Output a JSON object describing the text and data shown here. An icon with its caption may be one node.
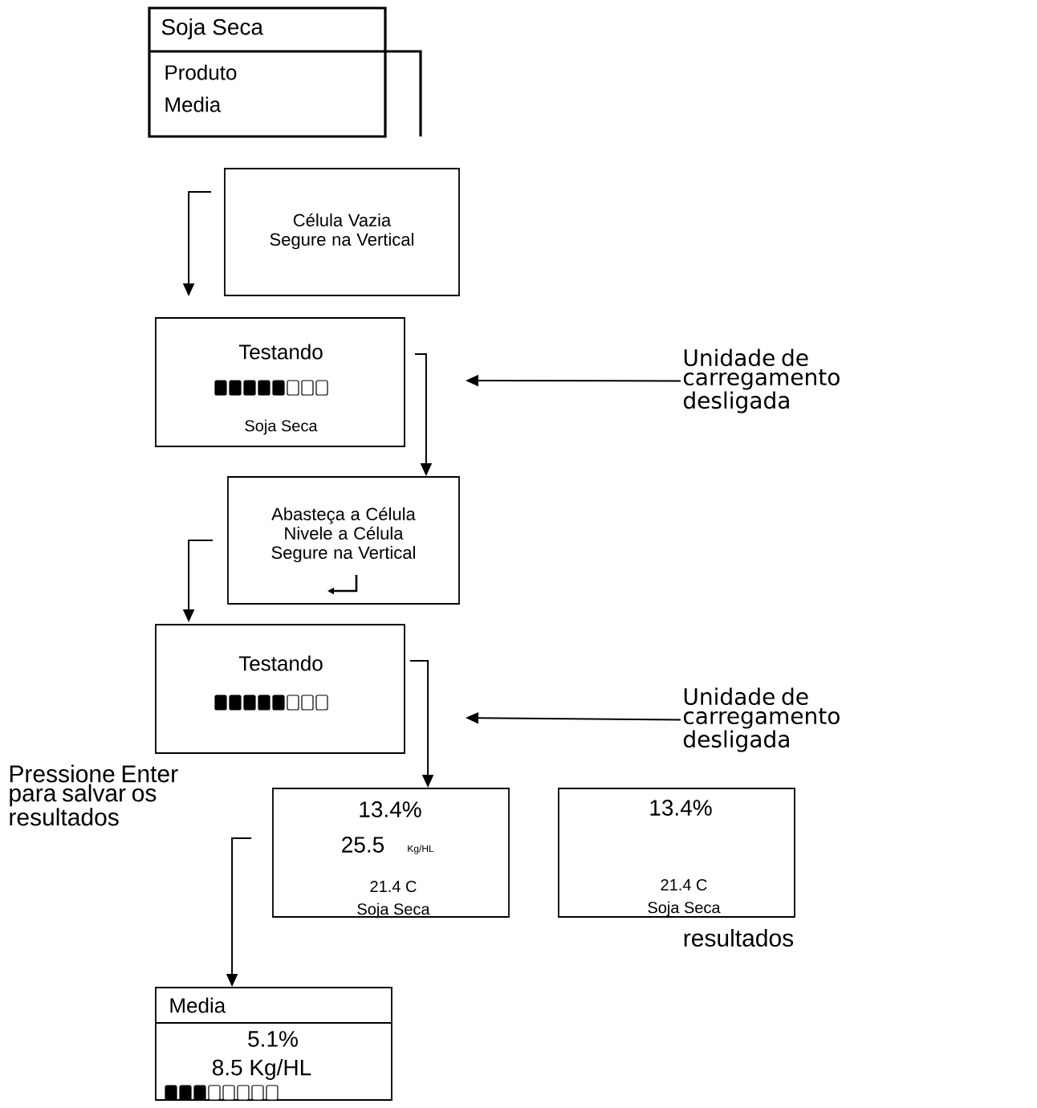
{
  "diagram": {
    "nodes": [
      {
        "text": [
          "Soja Seca",
          "Produto",
          "Media"
        ]
      },
      {
        "text": [
          "Célula Vazia Segure na Vertical"
        ]
      },
      {
        "text": [
          "Testando",
          "Soja Seca"
        ]
      },
      {
        "text": [
          "Abasteça a Célula Nivele a Célula Segure na Vertical"
        ]
      },
      {
        "text": [
          "Testando"
        ]
      },
      {
        "text": [
          "13.4%",
          "25.5",
          "Kg/HL",
          "21.4 C",
          "Soja Seca"
        ]
      },
      {
        "text": [
          "13.4%",
          "21.4 C",
          "Soja Seca"
        ],
        "beside": [
          "resultados"
        ]
      },
      {
        "text": [
          "Media",
          "5.1%",
          "8.5 Kg/HL"
        ]
      },
      {
        "text": [
          "Unidade de carregamento desligada"
        ]
      },
      {
        "text": [
          "Unidade de carregamento desligada"
        ]
      }
    ],
    "edges": [
      {
        "from": 1,
        "to": 2,
        "arrow": "to"
      },
      {
        "from": 2,
        "to": 3,
        "arrow": "to"
      },
      {
        "from": 3,
        "to": 4,
        "arrow": "to"
      },
      {
        "from": 4,
        "to": 5,
        "arrow": "to"
      },
      {
        "from": 5,
        "to": 7,
        "arrow": "to"
      },
      {
        "from": 8,
        "to": null,
        "arrow": "to"
      },
      {
        "from": 9,
        "to": null,
        "arrow": "to"
      }
    ],
    "labels": [
      "Pressione Enter para salvar os resultados"
    ]
  }
}
